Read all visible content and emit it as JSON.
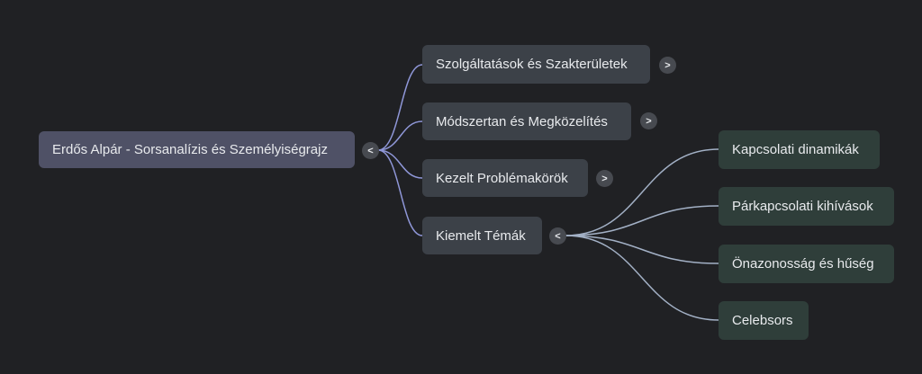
{
  "root": {
    "label": "Erdős Alpár - Sorsanalízis és Személyiségrajz",
    "toggle": "<"
  },
  "branches": [
    {
      "label": "Szolgáltatások és Szakterületek",
      "toggle": ">"
    },
    {
      "label": "Módszertan és Megközelítés",
      "toggle": ">"
    },
    {
      "label": "Kezelt Problémakörök",
      "toggle": ">"
    },
    {
      "label": "Kiemelt Témák",
      "toggle": "<"
    }
  ],
  "subtopics": [
    {
      "label": "Kapcsolati dinamikák"
    },
    {
      "label": "Párkapcsolati kihívások"
    },
    {
      "label": "Önazonosság és hűség"
    },
    {
      "label": "Celebsors"
    }
  ],
  "colors": {
    "background": "#202124",
    "root": "#4f5166",
    "branch": "#3c4148",
    "subtopic": "#2f3e3a",
    "root_link": "#8f97d8",
    "sub_link": "#a3b1c6"
  }
}
